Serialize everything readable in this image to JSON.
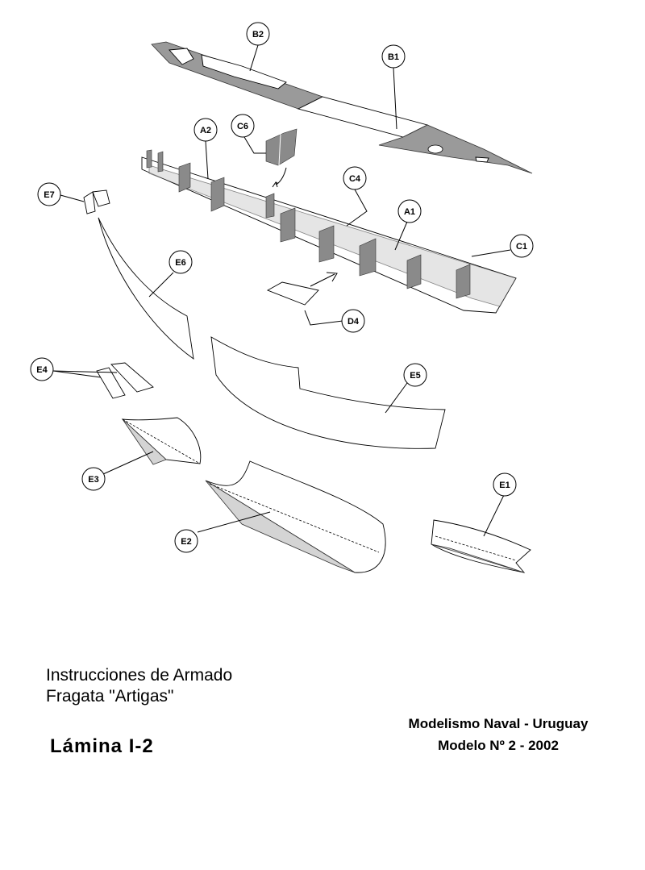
{
  "title": {
    "line1": "Instrucciones de Armado",
    "line2": "Fragata \"Artigas\""
  },
  "sheet": "Lámina I-2",
  "credits": {
    "line1": "Modelismo Naval - Uruguay",
    "line2": "Modelo Nº 2 - 2002"
  },
  "part_labels": {
    "B2": "B2",
    "B1": "B1",
    "A2": "A2",
    "C6": "C6",
    "C4": "C4",
    "A1": "A1",
    "C1": "C1",
    "E7": "E7",
    "E6": "E6",
    "D4": "D4",
    "E4": "E4",
    "E5": "E5",
    "E3": "E3",
    "E1": "E1",
    "E2": "E2"
  },
  "colors": {
    "deck_gray": "#9a9a9a",
    "frame_gray": "#8a8a8a",
    "hull_shade": "#d4d4d4",
    "line": "#000000"
  }
}
